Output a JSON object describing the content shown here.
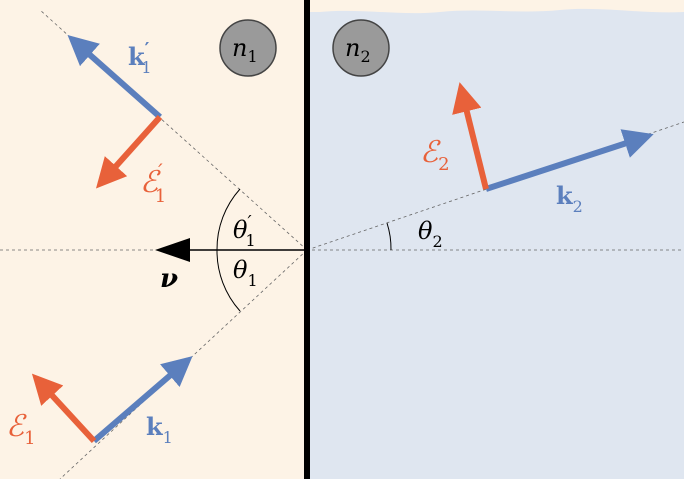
{
  "media": {
    "n1": "n",
    "n1_sub": "1",
    "n2": "n",
    "n2_sub": "2"
  },
  "vectors": {
    "k1": {
      "main": "k",
      "sub": "1",
      "prime": ""
    },
    "k1p": {
      "main": "k",
      "sub": "1",
      "prime": "′"
    },
    "k2": {
      "main": "k",
      "sub": "2",
      "prime": ""
    },
    "e1": {
      "main": "ℰ",
      "sub": "1",
      "prime": ""
    },
    "e1p": {
      "main": "ℰ",
      "sub": "1",
      "prime": "′"
    },
    "e2": {
      "main": "ℰ",
      "sub": "2",
      "prime": ""
    },
    "nu": "ν"
  },
  "angles": {
    "theta1": {
      "main": "θ",
      "sub": "1",
      "prime": ""
    },
    "theta1p": {
      "main": "θ",
      "sub": "1",
      "prime": "′"
    },
    "theta2": {
      "main": "θ",
      "sub": "2",
      "prime": ""
    }
  },
  "colors": {
    "medium1": "#fdf3e6",
    "medium2": "#dfe6f0",
    "k_vector": "#5b7fbd",
    "e_vector": "#e8613a",
    "interface": "#000000",
    "disk": "#9a9a9a"
  }
}
